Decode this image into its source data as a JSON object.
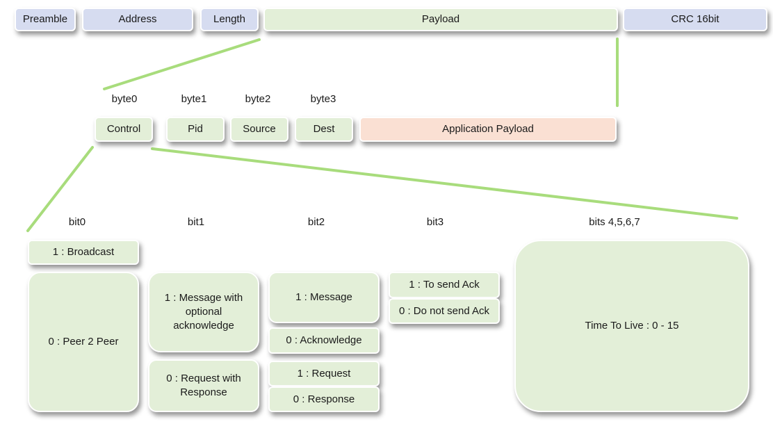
{
  "packet": {
    "preamble": "Preamble",
    "address": "Address",
    "length": "Length",
    "payload": "Payload",
    "crc": "CRC 16bit"
  },
  "payload": {
    "byte_labels": [
      "byte0",
      "byte1",
      "byte2",
      "byte3"
    ],
    "control": "Control",
    "pid": "Pid",
    "source": "Source",
    "dest": "Dest",
    "application_payload": "Application Payload"
  },
  "control_bits": {
    "bit_labels": [
      "bit0",
      "bit1",
      "bit2",
      "bit3",
      "bits 4,5,6,7"
    ],
    "bit0": {
      "one": "1 : Broadcast",
      "zero": "0 : Peer 2 Peer"
    },
    "bit1": {
      "one": "1 : Message with\noptional\nacknowledge",
      "zero": "0 : Request with\nResponse"
    },
    "bit2": {
      "message": "1 : Message",
      "acknowledge": "0 : Acknowledge",
      "request": "1 : Request",
      "response": "0 : Response"
    },
    "bit3": {
      "one": "1 : To send Ack",
      "zero": "0 : Do not send Ack"
    },
    "bits4to7": "Time To Live : 0 - 15"
  },
  "colors": {
    "header_fill": "#d6dcf0",
    "field_fill": "#e3efd8",
    "app_payload_fill": "#fae0d3",
    "connector": "#a8dc7c"
  }
}
